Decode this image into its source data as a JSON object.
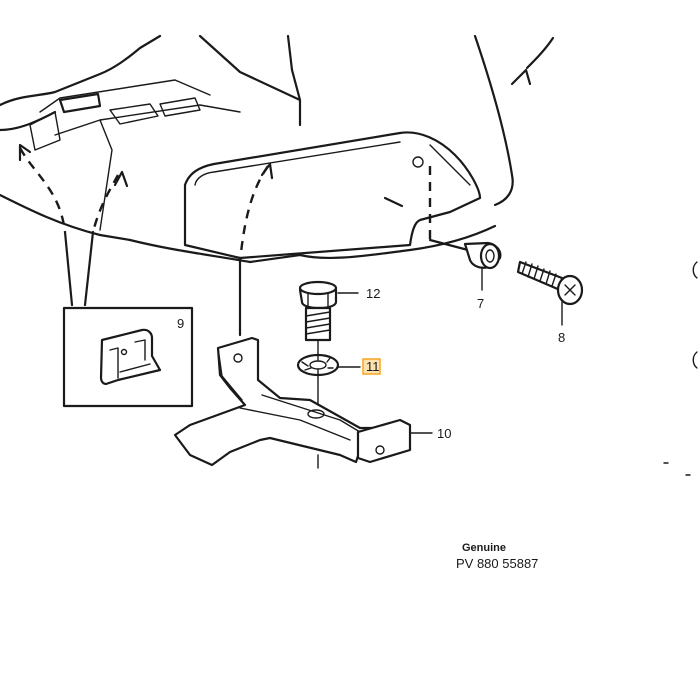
{
  "callouts": {
    "c7": "7",
    "c8": "8",
    "c9": "9",
    "c10": "10",
    "c11": "11",
    "c12": "12"
  },
  "highlight_color": "#f6a623",
  "stamp": {
    "genuine": "Genuine",
    "part_number": "PV 880 55887"
  }
}
